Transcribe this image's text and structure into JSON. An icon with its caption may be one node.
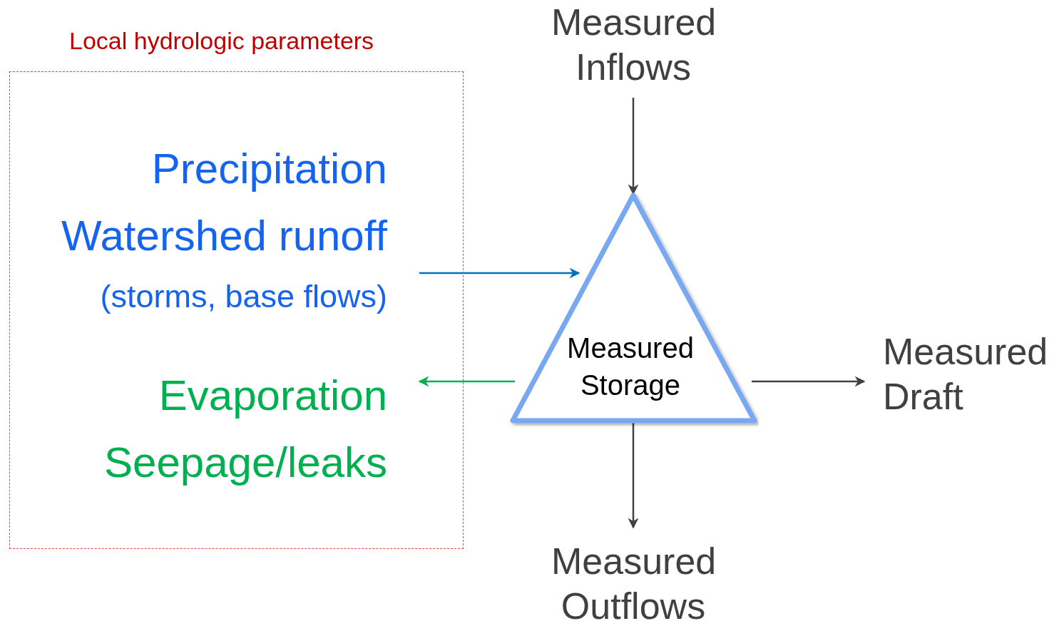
{
  "diagram": {
    "nodes": [
      {
        "text": [
          "Local hydrologic parameters"
        ]
      },
      {
        "text": [
          "Precipitation",
          "Watershed runoff",
          "(storms, base flows)"
        ],
        "in": 0
      },
      {
        "text": [
          "Evaporation",
          "Seepage/leaks"
        ],
        "in": 0
      },
      {
        "text": [
          "Measured Storage"
        ]
      },
      {
        "text": [
          "Measured Inflows"
        ]
      },
      {
        "text": [
          "Measured Draft"
        ]
      },
      {
        "text": [
          "Measured Outflows"
        ]
      }
    ],
    "edges": [
      {
        "from": 4,
        "to": 3,
        "arrow": "to"
      },
      {
        "from": 1,
        "to": 3,
        "arrow": "to",
        "color": "#0070c0"
      },
      {
        "from": 3,
        "to": 2,
        "arrow": "to",
        "color": "#00b050"
      },
      {
        "from": 3,
        "to": 5,
        "arrow": "to"
      },
      {
        "from": 3,
        "to": 6,
        "arrow": "to"
      }
    ]
  }
}
